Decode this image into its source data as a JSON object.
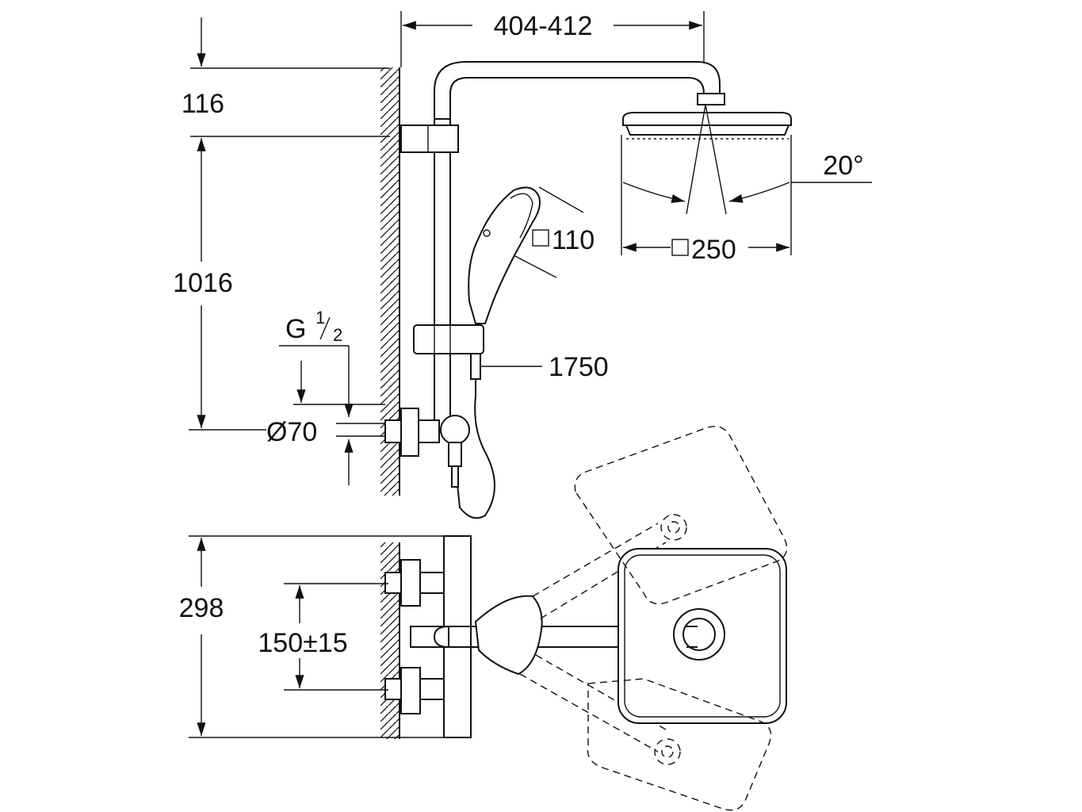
{
  "dimensions": {
    "arm_reach": "404-412",
    "top_offset": "116",
    "rail_height": "1016",
    "head_angle": "20°",
    "hand_shower_size": "110",
    "head_shower_size": "250",
    "hose_length": "1750",
    "thread_size": "G",
    "thread_num": "1",
    "thread_den": "2",
    "outlet_diameter": "Ø70",
    "depth": "298",
    "inlet_spacing": "150±15"
  }
}
